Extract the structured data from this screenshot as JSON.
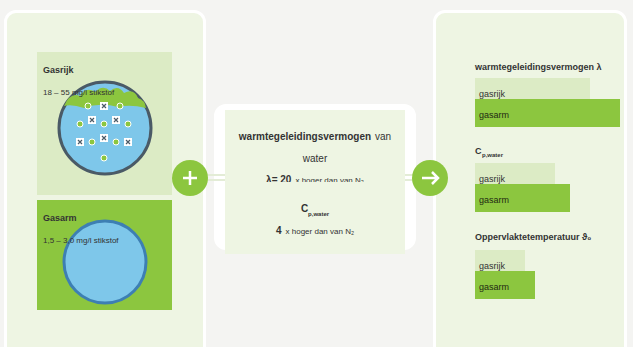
{
  "diagram": {
    "nodes": [
      {
        "text": [
          "Gasrijk",
          "18 – 55 mg/l stikstof"
        ]
      },
      {
        "text": [
          "Gasarm",
          "1,5 – 3,0 mg/l stikstof"
        ]
      },
      {
        "text": [
          "warmtegeleidingsvermogen",
          "van water",
          "λ= 20",
          "x hoger dan van N₂"
        ]
      },
      {
        "text": [
          "C",
          "p,water",
          "4",
          "x hoger dan van N₂"
        ]
      },
      {
        "text": [
          "gasrijk"
        ]
      },
      {
        "text": [
          "gasarm"
        ]
      },
      {
        "text": [
          "gasrijk"
        ]
      },
      {
        "text": [
          "gasarm"
        ]
      },
      {
        "text": [
          "gasrijk"
        ]
      },
      {
        "text": [
          "gasarm"
        ]
      }
    ],
    "labels": [
      "warmtegeleidingsvermogen λ",
      "C",
      "p,water",
      "Oppervlaktetemperatuur ϑ₀"
    ]
  }
}
